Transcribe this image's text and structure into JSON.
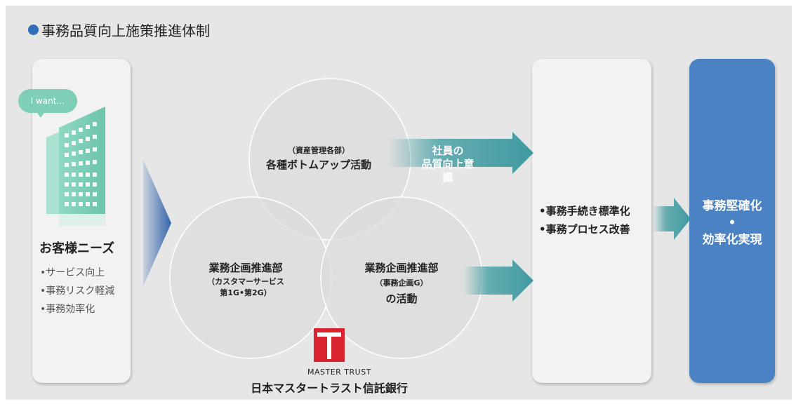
{
  "title": "事務品質向上施策推進体制",
  "customer": {
    "bubble": "I want…",
    "heading": "お客様ニーズ",
    "items": [
      "•サービス向上",
      "•事務リスク軽減",
      "•事務効率化"
    ]
  },
  "circles": {
    "top": {
      "sub": "（資産管理各部）",
      "main": "各種ボトムアップ活動"
    },
    "left": {
      "main": "業務企画推進部",
      "sub1": "（カスタマーサービス",
      "sub2": "第1G•第2G）"
    },
    "right": {
      "main": "業務企画推進部",
      "sub": "（事務企画G）",
      "main2": "の活動"
    }
  },
  "arrow_label": {
    "line1": "社員の",
    "line2": "品質向上意識"
  },
  "process": [
    "•事務手続き標準化",
    "•事務プロセス改善"
  ],
  "result": {
    "line1": "事務堅確化",
    "line2": "•",
    "line3": "効率化実現"
  },
  "brand": {
    "logo_text": "MASTER TRUST",
    "company": "日本マスタートラスト信託銀行"
  },
  "colors": {
    "accent_blue": "#4a82c3",
    "title_dot": "#2f6fb7",
    "building": "#7fcfb8",
    "arrow_teal": "#4fa3a8",
    "logo_red": "#d9232e"
  }
}
